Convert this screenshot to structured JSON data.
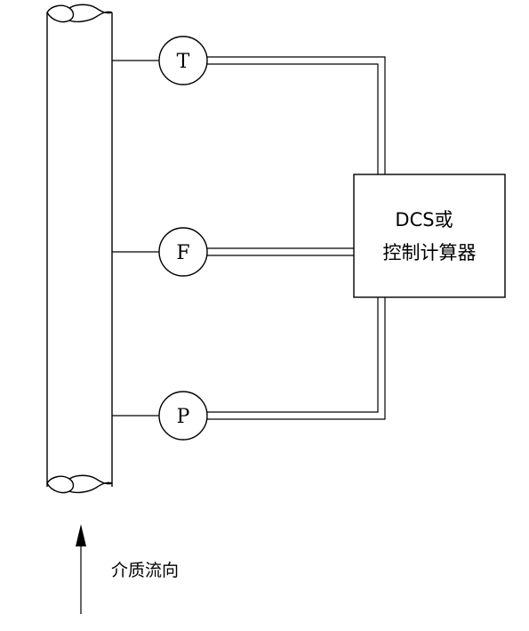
{
  "gauges": {
    "temperature": {
      "label": "T"
    },
    "flow": {
      "label": "F"
    },
    "pressure": {
      "label": "P"
    }
  },
  "controller": {
    "line1": "DCS或",
    "line2": "控制计算器"
  },
  "flow_direction": {
    "label": "介质流向"
  }
}
